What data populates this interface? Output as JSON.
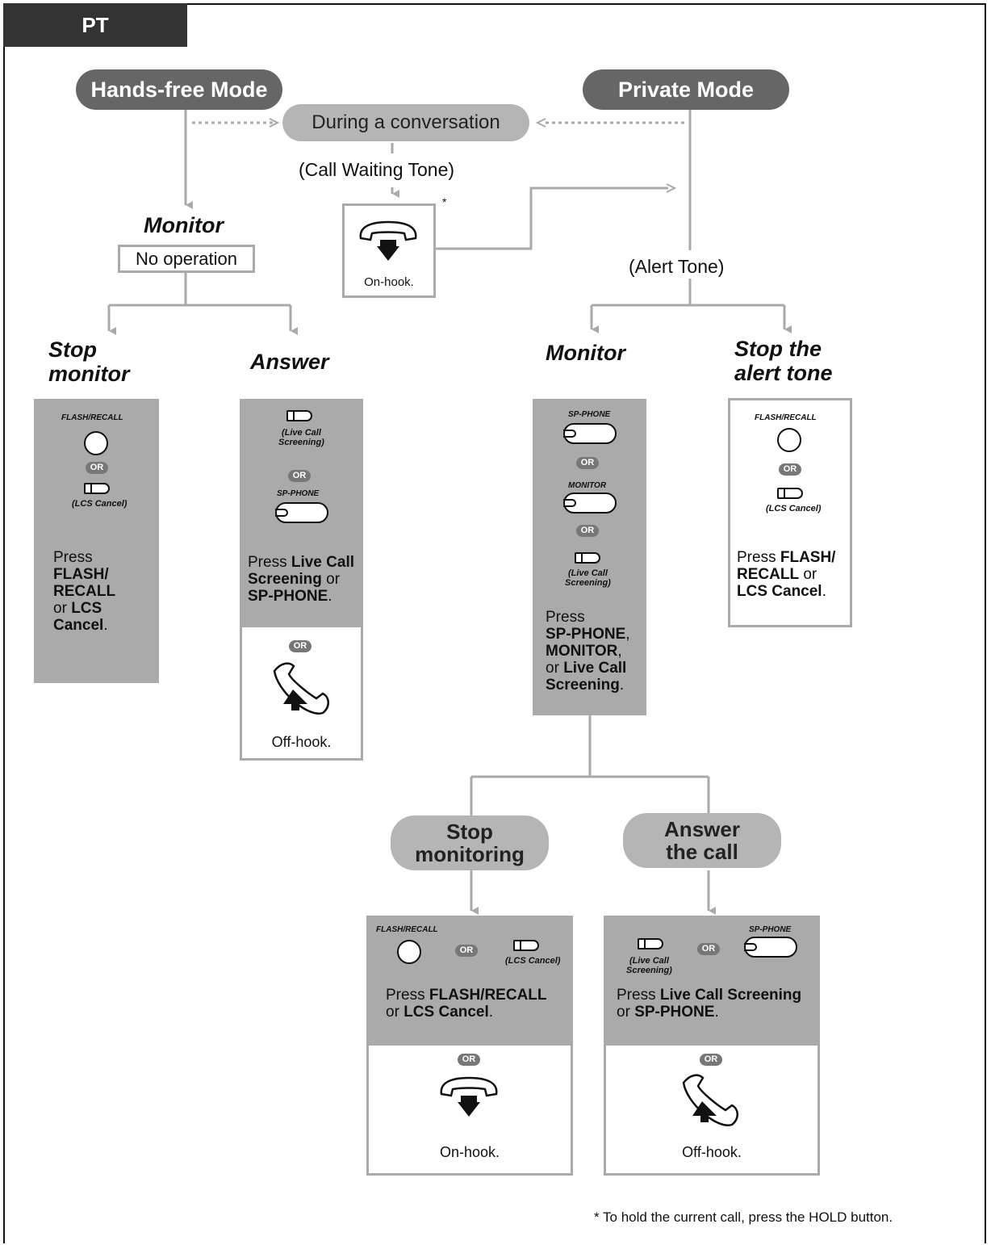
{
  "tab_label": "PT",
  "modes": {
    "hands_free": "Hands-free Mode",
    "private": "Private Mode"
  },
  "during_conversation": "During a conversation",
  "call_waiting_tone": "(Call Waiting Tone)",
  "alert_tone": "(Alert Tone)",
  "asterisk": "*",
  "onhook_box": {
    "label": "On-hook."
  },
  "hands_free": {
    "monitor_heading": "Monitor",
    "no_operation": "No operation",
    "stop_monitor": {
      "heading_line1": "Stop",
      "heading_line2": "monitor",
      "button_label": "FLASH/RECALL",
      "or": "OR",
      "lcs_cancel": "(LCS Cancel)",
      "text": {
        "press": "Press",
        "b1": "FLASH/",
        "b2": "RECALL",
        "or": "or",
        "b3": "LCS",
        "b4": "Cancel",
        "end": "."
      }
    },
    "answer": {
      "heading": "Answer",
      "live_call_1": "(Live Call",
      "live_call_2": "Screening)",
      "or": "OR",
      "sp_phone": "SP-PHONE",
      "text": {
        "press": "Press",
        "b1": "Live Call",
        "b2": "Screening",
        "or": "or",
        "b3": "SP-PHONE",
        "end": "."
      },
      "alt_or": "OR",
      "offhook": "Off-hook."
    }
  },
  "private": {
    "monitor": {
      "heading": "Monitor",
      "sp_phone": "SP-PHONE",
      "or1": "OR",
      "monitor_btn": "MONITOR",
      "or2": "OR",
      "live_call_1": "(Live Call",
      "live_call_2": "Screening)",
      "text": {
        "press": "Press",
        "b1": "SP-PHONE",
        "c1": ",",
        "b2": "MONITOR",
        "c2": ",",
        "or": "or",
        "b3": "Live Call",
        "b4": "Screening",
        "end": "."
      }
    },
    "stop_alert": {
      "heading_line1": "Stop the",
      "heading_line2": "alert tone",
      "button_label": "FLASH/RECALL",
      "or": "OR",
      "lcs_cancel": "(LCS Cancel)",
      "text": {
        "press": "Press",
        "b1": "FLASH/",
        "b2": "RECALL",
        "or": "or",
        "b3": "LCS Cancel",
        "end": "."
      }
    },
    "stop_monitoring": {
      "line1": "Stop",
      "line2": "monitoring",
      "button_label": "FLASH/RECALL",
      "or": "OR",
      "lcs_cancel": "(LCS Cancel)",
      "text": {
        "press": "Press",
        "b1": "FLASH/RECALL",
        "or": "or",
        "b2": "LCS Cancel",
        "end": "."
      },
      "alt_or": "OR",
      "onhook": "On-hook."
    },
    "answer_call": {
      "line1": "Answer",
      "line2": "the call",
      "live_call_1": "(Live Call",
      "live_call_2": "Screening)",
      "or": "OR",
      "sp_phone": "SP-PHONE",
      "text": {
        "press": "Press",
        "b1": "Live Call Screening",
        "or": "or",
        "b2": "SP-PHONE",
        "end": "."
      },
      "alt_or": "OR",
      "offhook": "Off-hook."
    }
  },
  "footnote": "* To hold the current call, press the HOLD button."
}
